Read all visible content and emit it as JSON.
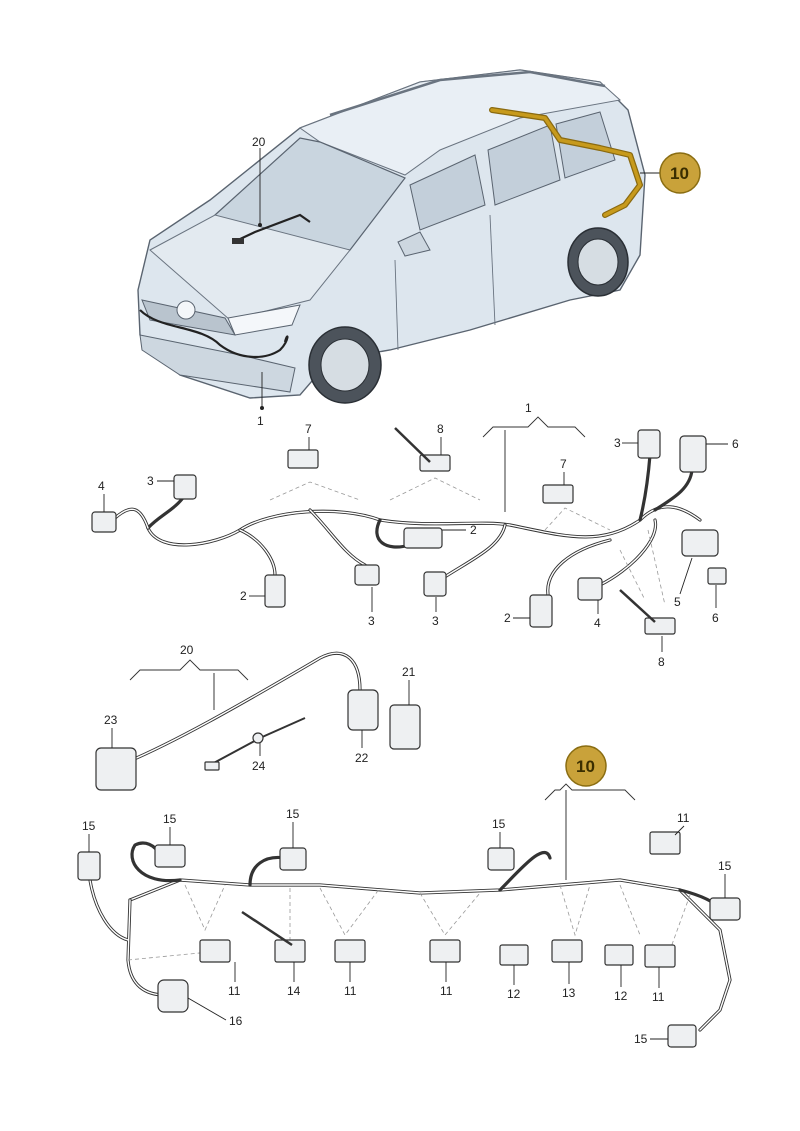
{
  "badges": {
    "car_harness": "10",
    "lower_harness": "10"
  },
  "colors": {
    "badge_fill": "#c9a23a",
    "badge_stroke": "#8a6d12",
    "highlight_harness": "#c79a1c",
    "car_body": "#dde6ee"
  },
  "car_labels": {
    "front_harness": "1",
    "windscreen_harness": "20"
  },
  "front_harness_labels": {
    "group": "1",
    "l3_left_top": "3",
    "l4_left": "4",
    "l7_mid": "7",
    "l8_mid": "8",
    "l2_center": "2",
    "l3_right_top": "3",
    "l6_right_top": "6",
    "l7_right": "7",
    "l2_left_bottom": "2",
    "l3_bottom_a": "3",
    "l3_bottom_b": "3",
    "l2_right_bottom": "2",
    "l4_right_bottom": "4",
    "l5": "5",
    "l6_right_bottom": "6",
    "l8_right_bottom": "8"
  },
  "windscreen_labels": {
    "group": "20",
    "l21": "21",
    "l23": "23",
    "l22": "22",
    "l24": "24"
  },
  "rear_harness_labels": {
    "l15_a": "15",
    "l15_b": "15",
    "l15_c": "15",
    "l15_d": "15",
    "l15_e": "15",
    "l15_f": "15",
    "l11_top": "11",
    "l11_a": "11",
    "l11_b": "11",
    "l11_c": "11",
    "l11_d": "11",
    "l14": "14",
    "l12_a": "12",
    "l12_b": "12",
    "l13": "13",
    "l16": "16"
  }
}
